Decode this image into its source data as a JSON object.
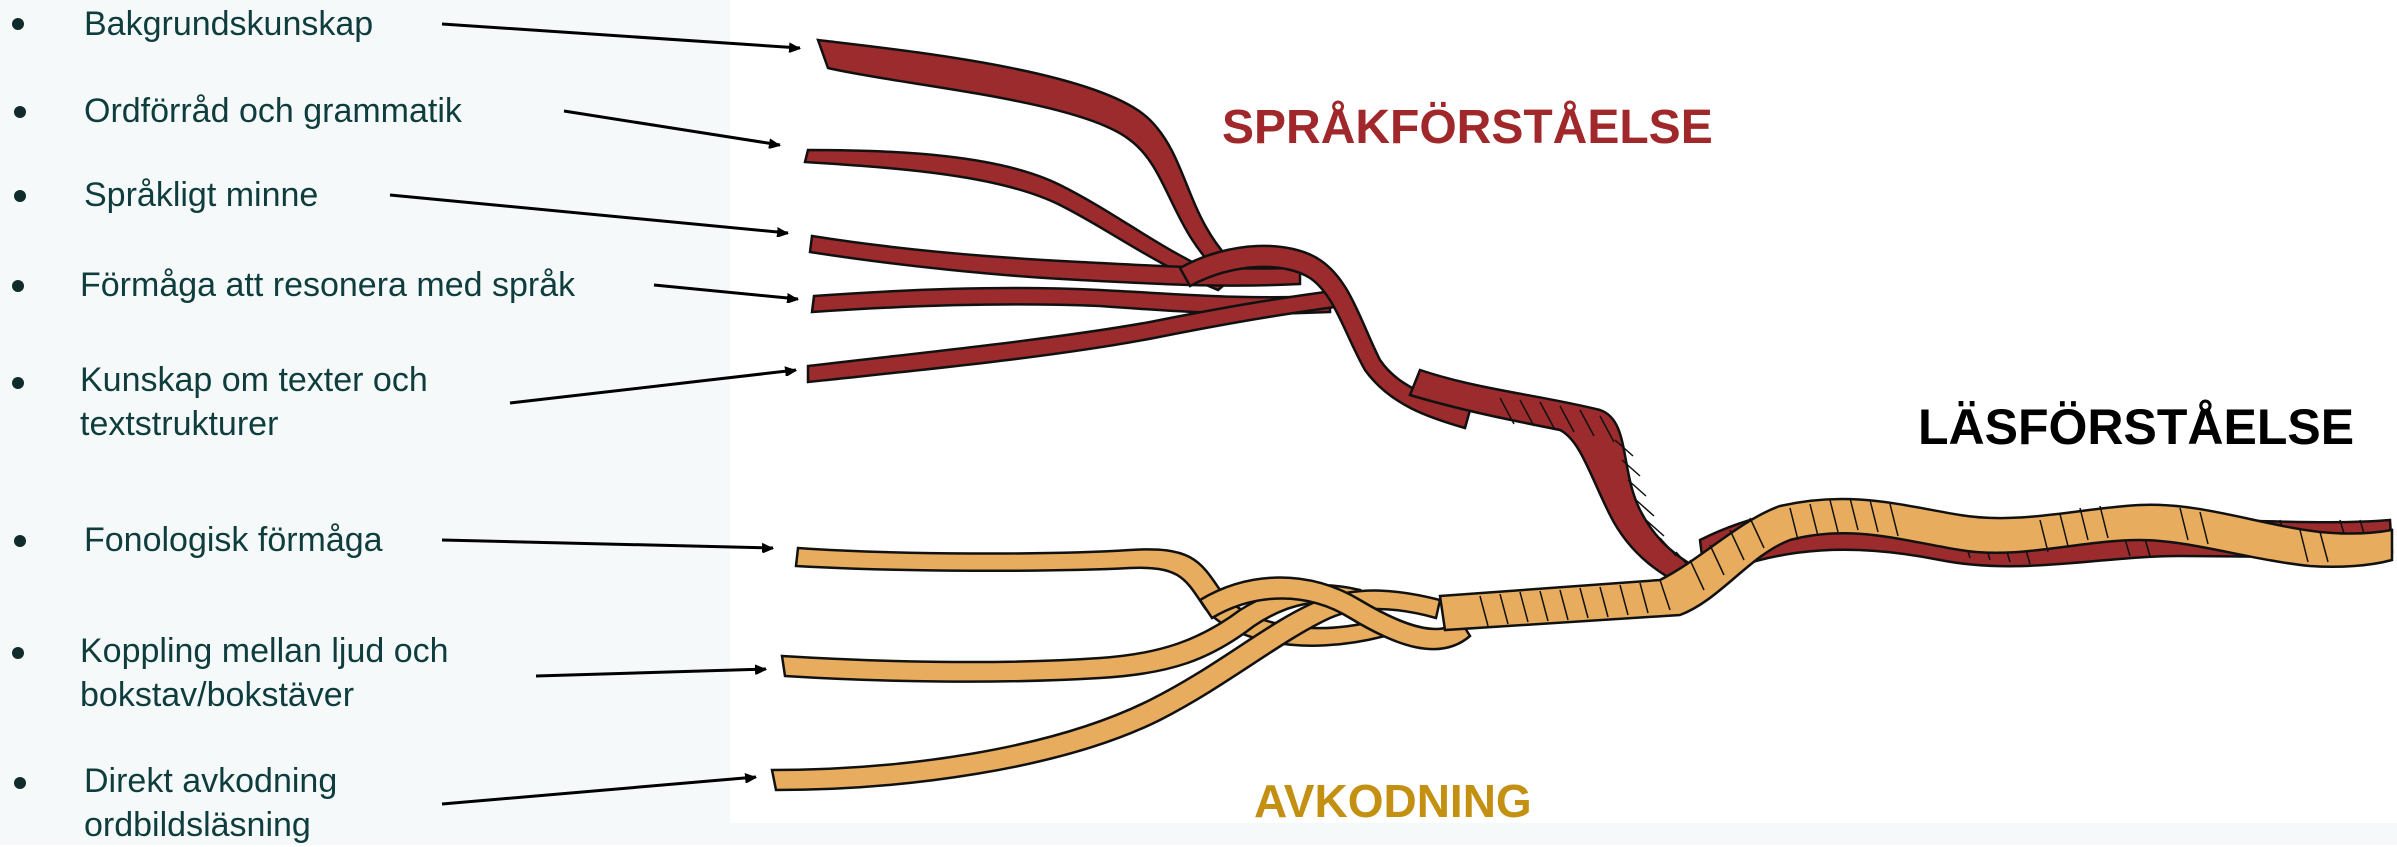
{
  "items": [
    {
      "text": "Bakgrundskunskap"
    },
    {
      "text": "Ordförråd och grammatik"
    },
    {
      "text": "Språkligt minne"
    },
    {
      "text": "Förmåga att resonera med språk"
    },
    {
      "text": "Kunskap om texter och textstrukturer"
    },
    {
      "text": "Fonologisk förmåga"
    },
    {
      "text": "Koppling mellan ljud och bokstav/bokstäver"
    },
    {
      "text": "Direkt avkodning ordbildsläsning"
    }
  ],
  "headings": {
    "sprakforstaelse": "SPRÅKFÖRSTÅELSE",
    "lasforstaelse": "LÄSFÖRSTÅELSE",
    "avkodning": "AVKODNING"
  },
  "colors": {
    "red_strand": "#9b2b2c",
    "yellow_strand": "#e7ac5d",
    "red_heading": "#a0282a",
    "yellow_heading": "#c39012",
    "text": "#0f3d3d"
  }
}
